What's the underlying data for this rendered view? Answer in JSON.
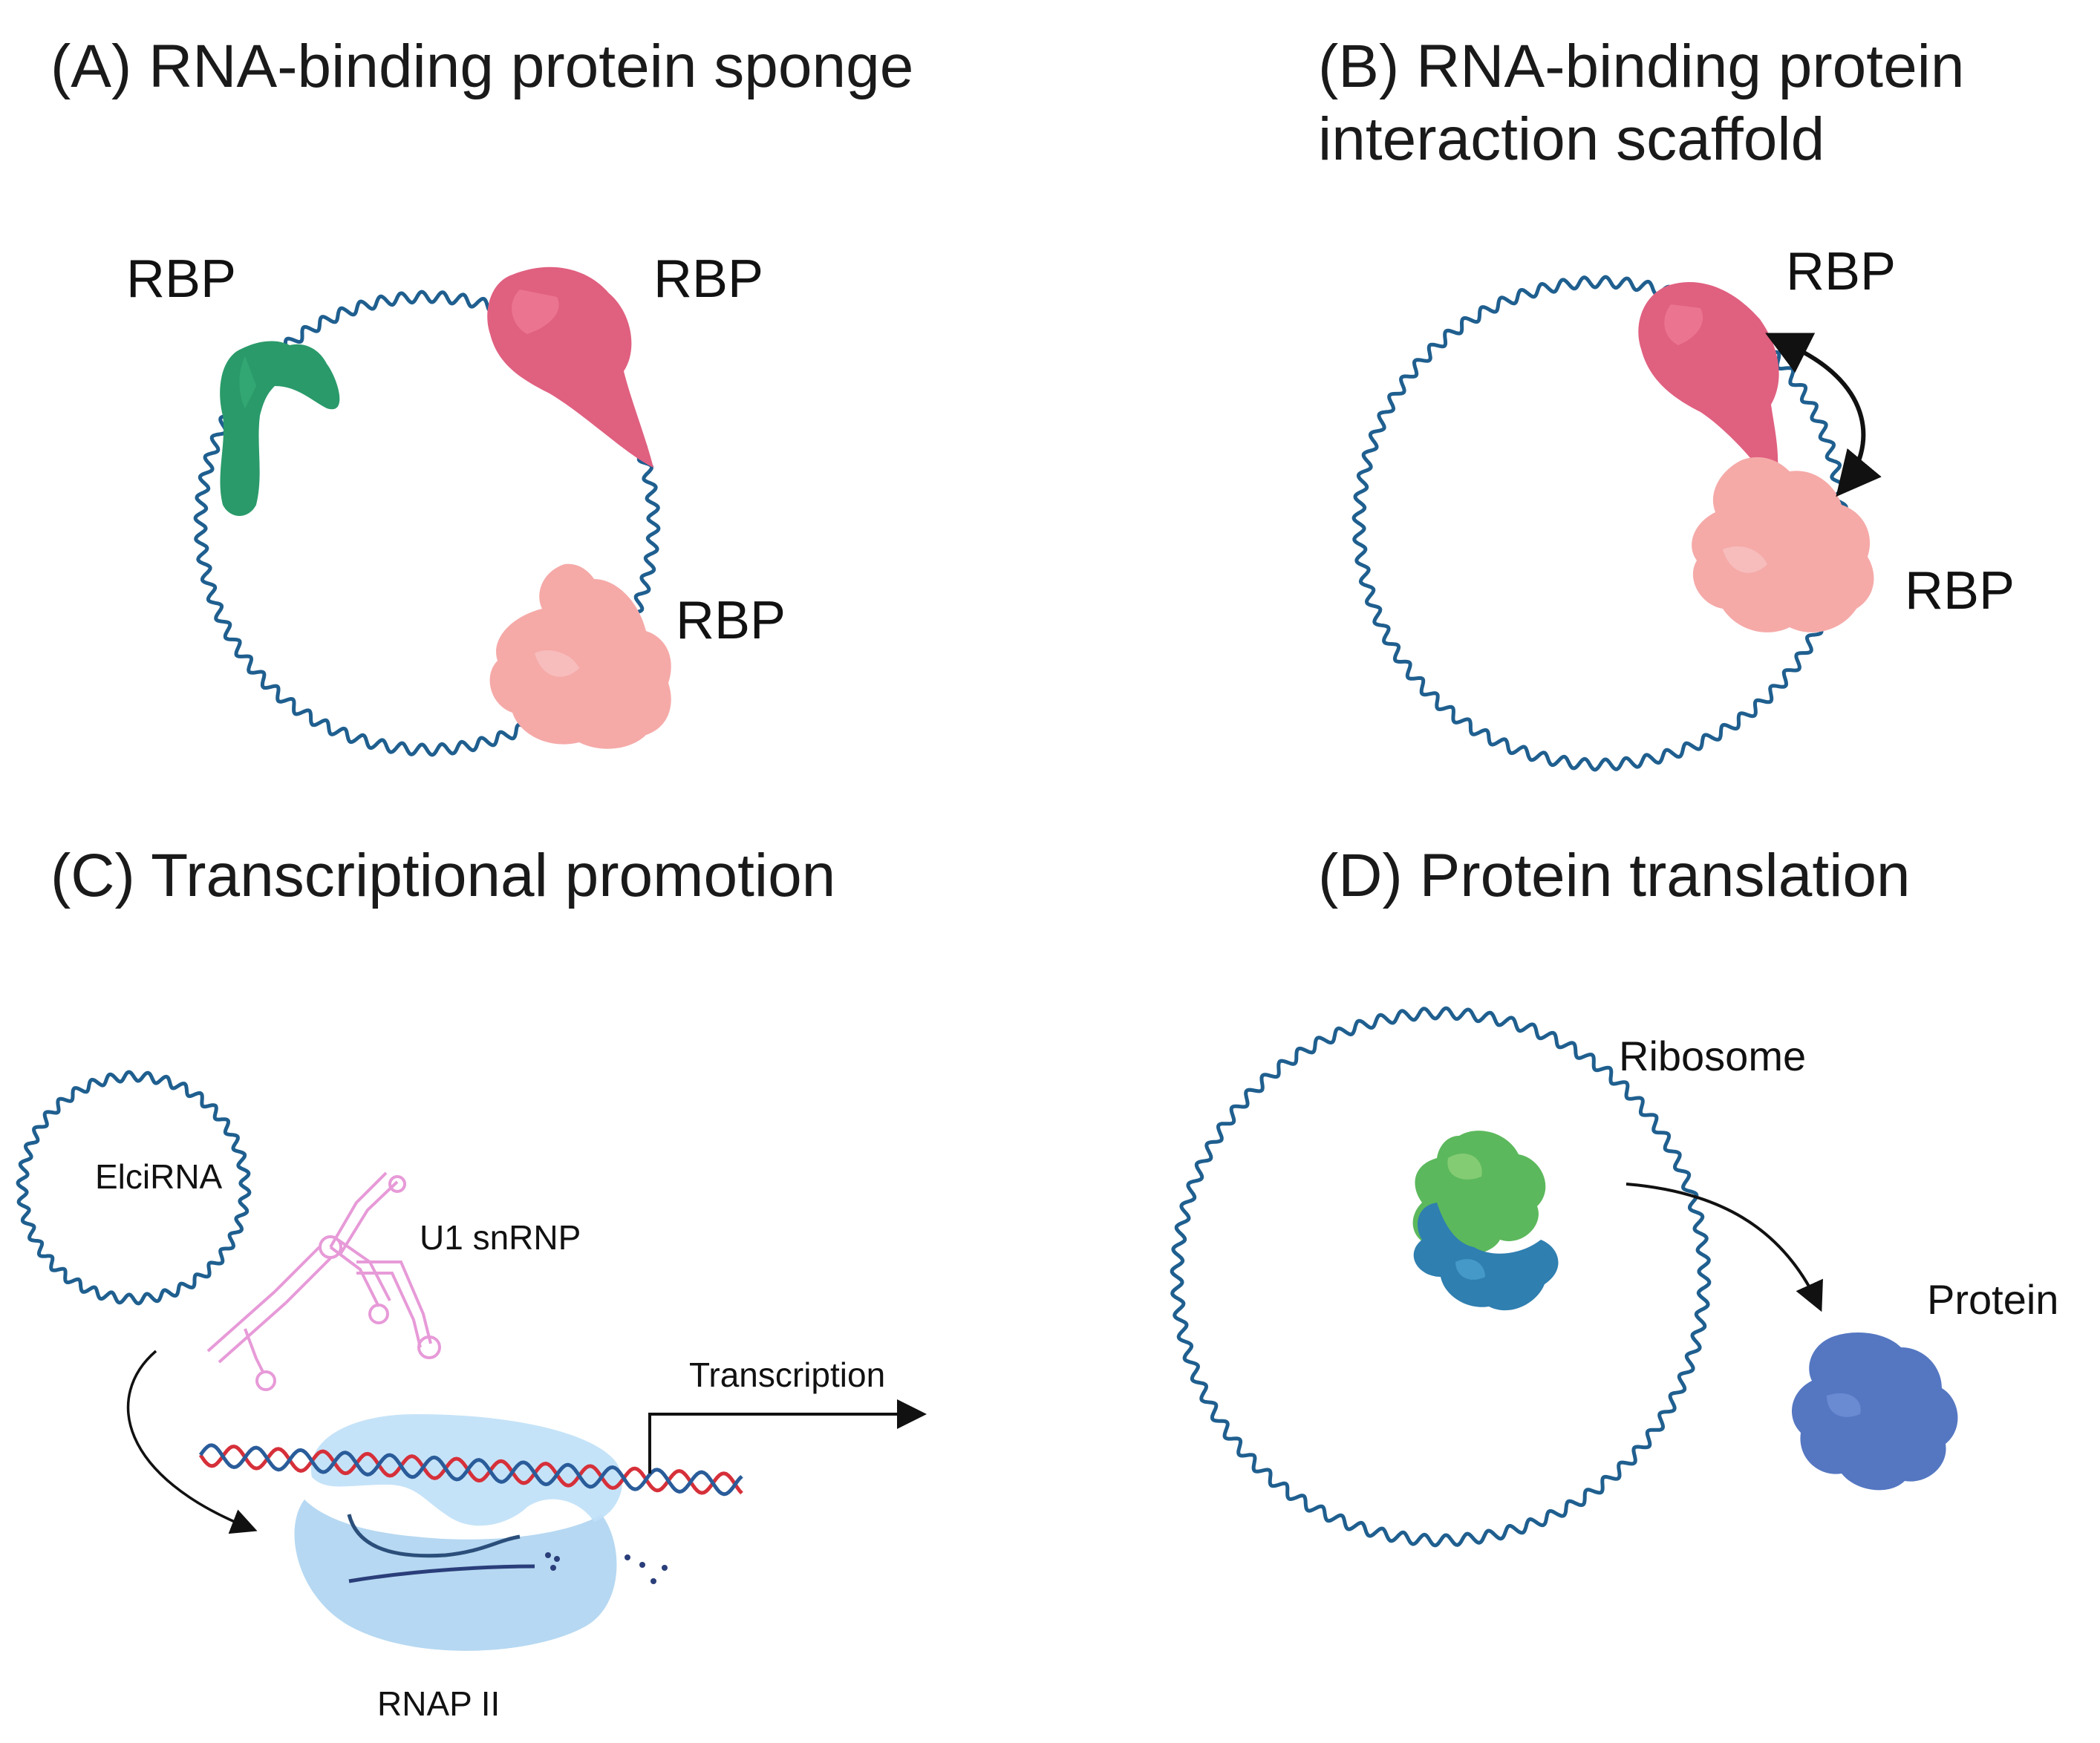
{
  "panels": {
    "a": {
      "title": "(A) RNA-binding protein sponge",
      "rbp1": "RBP",
      "rbp2": "RBP",
      "rbp3": "RBP"
    },
    "b": {
      "title_line1": "(B) RNA-binding protein",
      "title_line2": "interaction scaffold",
      "rbp1": "RBP",
      "rbp2": "RBP"
    },
    "c": {
      "title": "(C) Transcriptional promotion",
      "circ": "ElciRNA",
      "snrnp": "U1 snRNP",
      "transcription": "Transcription",
      "polymerase": "RNAP II"
    },
    "d": {
      "title": "(D) Protein translation",
      "ribosome": "Ribosome",
      "protein": "Protein"
    }
  },
  "colors": {
    "rna_line": "#1f5f8f",
    "rbp_green": "#2a9a6a",
    "rbp_magenta": "#e06080",
    "rbp_pink": "#f5aaa8",
    "ribosome_green": "#5cb85c",
    "ribosome_blue": "#2f7fb0",
    "protein_blue": "#5577c2",
    "rnap_blue": "#a9d1f0",
    "dna_red": "#d6303a",
    "dna_blue": "#2a5c9a",
    "snrnp_pink": "#e79ad8"
  }
}
